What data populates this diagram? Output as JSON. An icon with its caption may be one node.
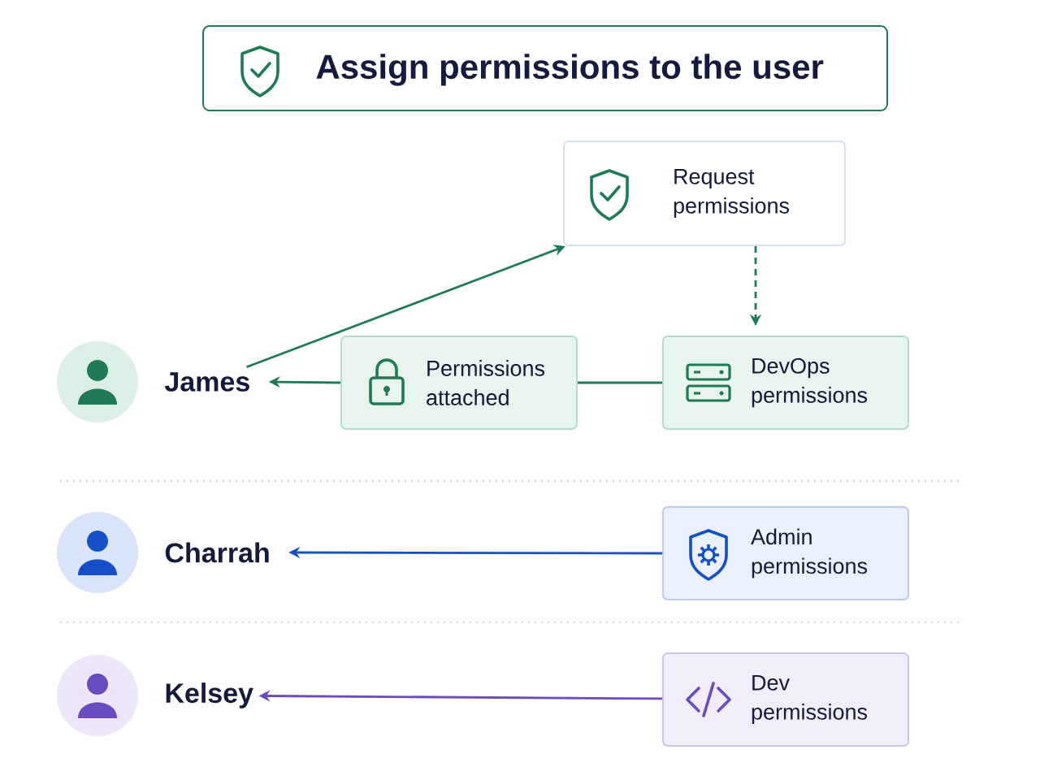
{
  "diagram": {
    "title": "Assign permissions to the user",
    "nodes": [
      {
        "text": [
          "James"
        ]
      },
      {
        "text": [
          "Request permissions"
        ]
      },
      {
        "text": [
          "DevOps permissions"
        ]
      },
      {
        "text": [
          "Permissions attached"
        ]
      },
      {
        "text": [
          "Charrah"
        ]
      },
      {
        "text": [
          "Admin permissions"
        ]
      },
      {
        "text": [
          "Kelsey"
        ]
      },
      {
        "text": [
          "Dev permissions"
        ]
      }
    ],
    "edges": [
      {
        "from": 0,
        "to": 1,
        "arrow": "to"
      },
      {
        "from": 1,
        "to": 2,
        "arrow": "to",
        "style": "dashed"
      },
      {
        "from": 2,
        "to": 3,
        "arrow": "none"
      },
      {
        "from": 3,
        "to": 0,
        "arrow": "to"
      },
      {
        "from": 5,
        "to": 4,
        "arrow": "to",
        "color": "#1650c8"
      },
      {
        "from": 7,
        "to": 6,
        "arrow": "to",
        "color": "#6a4cc0"
      }
    ]
  }
}
